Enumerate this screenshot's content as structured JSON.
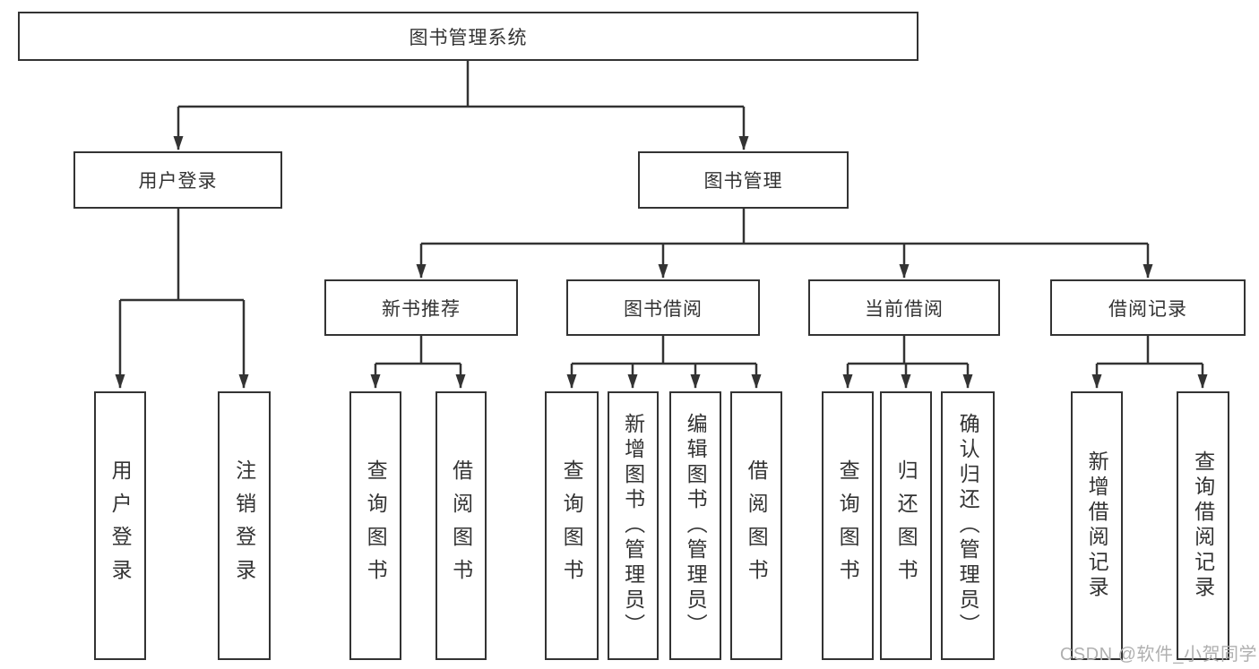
{
  "diagram": {
    "root": {
      "label": "图书管理系统"
    },
    "branches": [
      {
        "label": "用户登录",
        "children": [
          {
            "label": "用户登录"
          },
          {
            "label": "注销登录"
          }
        ]
      },
      {
        "label": "图书管理",
        "groups": [
          {
            "label": "新书推荐",
            "children": [
              {
                "label": "查询图书"
              },
              {
                "label": "借阅图书"
              }
            ]
          },
          {
            "label": "图书借阅",
            "children": [
              {
                "label": "查询图书"
              },
              {
                "label": "新增图书（管理员）"
              },
              {
                "label": "编辑图书（管理员）"
              },
              {
                "label": "借阅图书"
              }
            ]
          },
          {
            "label": "当前借阅",
            "children": [
              {
                "label": "查询图书"
              },
              {
                "label": "归还图书"
              },
              {
                "label": "确认归还（管理员）"
              }
            ]
          },
          {
            "label": "借阅记录",
            "children": [
              {
                "label": "新增借阅记录"
              },
              {
                "label": "查询借阅记录"
              }
            ]
          }
        ]
      }
    ]
  },
  "watermark": {
    "text": "CSDN @软件_小贺同学"
  },
  "colors": {
    "border": "#333333",
    "text": "#333333",
    "line": "#333333",
    "watermark": "#b0b0b0",
    "background": "#ffffff"
  }
}
